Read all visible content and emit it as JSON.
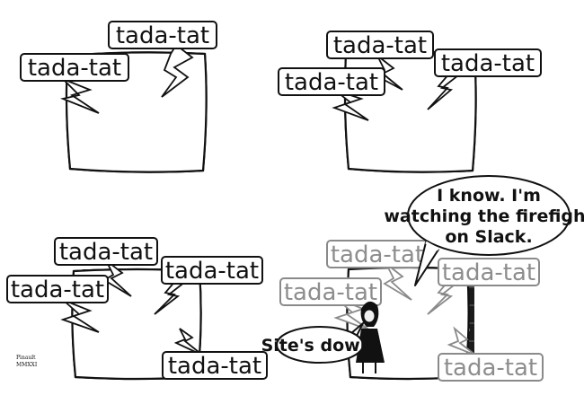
{
  "sfx_word": "tada-tat",
  "speech": {
    "line1": "I know. I'm",
    "line2": "watching the firefight",
    "line3": "on Slack.",
    "site_down": "Site's down."
  },
  "signature": {
    "line1": "Pinault",
    "line2": "MMXXI"
  },
  "colors": {
    "ink": "#111111",
    "faded": "#8d8d8d",
    "background": "#ffffff"
  }
}
